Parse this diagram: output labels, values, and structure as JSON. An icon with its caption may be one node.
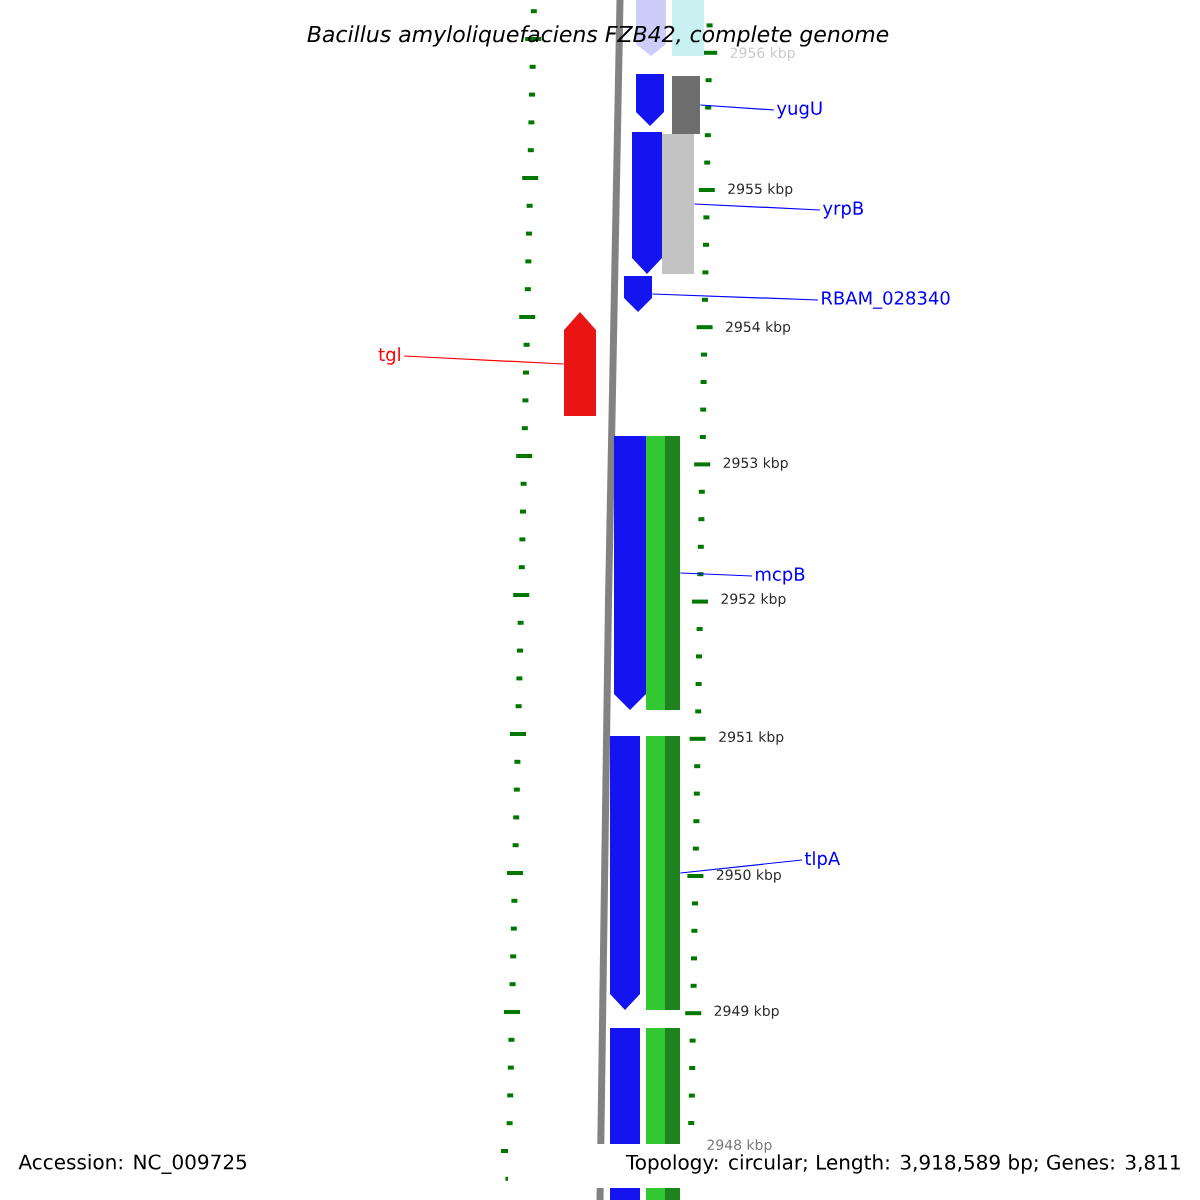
{
  "diagram": {
    "title": "Bacillus amyloliquefaciens FZB42, complete genome",
    "nodes": [
      {
        "text": [
          "yugU"
        ]
      },
      {
        "text": [],
        "shape": "bar"
      },
      {
        "text": [
          "yrpB"
        ]
      },
      {
        "text": [],
        "shape": "bar"
      },
      {
        "text": [
          "RBAM_028340"
        ]
      },
      {
        "text": [],
        "shape": "bar"
      },
      {
        "text": [
          "tgl"
        ]
      },
      {
        "text": [],
        "shape": "bar"
      },
      {
        "text": [
          "mcpB"
        ]
      },
      {
        "text": [],
        "shape": "bar"
      },
      {
        "text": [
          "tlpA"
        ]
      },
      {
        "text": [],
        "shape": "bar"
      },
      {
        "text": [],
        "shape": "bar"
      },
      {
        "text": [],
        "shape": "bar"
      },
      {
        "text": [],
        "shape": "bar"
      },
      {
        "text": [],
        "shape": "bar"
      },
      {
        "text": [],
        "shape": "bar"
      },
      {
        "text": [],
        "shape": "bar"
      },
      {
        "text": [],
        "shape": "bar"
      },
      {
        "text": [],
        "shape": "bar"
      }
    ],
    "edges": [
      {
        "from": 0,
        "to": 1,
        "arrow": "none"
      },
      {
        "from": 2,
        "to": 3,
        "arrow": "none"
      },
      {
        "from": 4,
        "to": 5,
        "arrow": "none"
      },
      {
        "from": 6,
        "to": 7,
        "arrow": "none",
        "color": "#ff0000"
      },
      {
        "from": 8,
        "to": 9,
        "arrow": "none"
      },
      {
        "from": 10,
        "to": 11,
        "arrow": "none"
      }
    ],
    "labels": [
      "2956 kbp",
      "2955 kbp",
      "2954 kbp",
      "2953 kbp",
      "2952 kbp",
      "2951 kbp",
      "2950 kbp",
      "2949 kbp",
      "2948 kbp",
      "Accession: NC_009725",
      "Topology: circular; Length: 3,918,589 bp; Genes: 3,811"
    ]
  }
}
